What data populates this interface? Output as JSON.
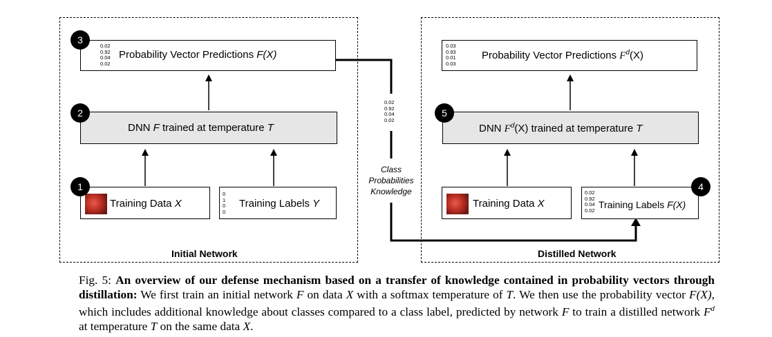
{
  "left_panel": {
    "title": "Initial Network",
    "prob_box": {
      "num": "3",
      "values": "0.02\n0.92\n0.04\n0.02",
      "label": "Probability Vector Predictions ",
      "label_italic": "F(X)"
    },
    "dnn_box": {
      "num": "2",
      "pre": "DNN ",
      "F": "F",
      "mid": " trained at temperature ",
      "T": "T"
    },
    "data_box": {
      "num": "1",
      "label": "Training Data ",
      "var": "X"
    },
    "labels_box": {
      "values": "0\n1\n0\n0",
      "label": "Training Labels ",
      "var": "Y"
    }
  },
  "middle": {
    "values": "0.02\n0.92\n0.04\n0.02",
    "text": "Class\nProbabilities\nKnowledge"
  },
  "right_panel": {
    "title": "Distilled Network",
    "prob_box": {
      "values": "0.03\n0.93\n0.01\n0.03",
      "label": "Probability Vector Predictions ",
      "math": "F",
      "sup": "d",
      "arg": "(X)"
    },
    "dnn_box": {
      "num": "5",
      "pre": "DNN ",
      "math": "F",
      "sup": "d",
      "arg": "(X)",
      "mid": " trained at temperature ",
      "T": "T"
    },
    "data_box": {
      "label": "Training Data ",
      "var": "X"
    },
    "labels_box": {
      "num": "4",
      "values": "0.02\n0.92\n0.04\n0.02",
      "label": "Training Labels ",
      "var": "F(X)"
    }
  },
  "caption": {
    "prefix": "Fig. 5: ",
    "bold": "An overview of our defense mechanism based on a transfer of knowledge contained in probability vectors through distillation:",
    "s1": " We first train an initial network ",
    "F1": "F",
    "s2": " on data ",
    "X1": "X",
    "s3": " with a softmax temperature of ",
    "T1": "T",
    "s4": ". We then use the probability vector ",
    "FX": "F(X)",
    "s5": ", which includes additional knowledge about classes compared to a class label, predicted by network ",
    "F2": "F",
    "s6": " to train a distilled network ",
    "Fd": "F",
    "Fd_sup": "d",
    "s7": " at temperature ",
    "T2": "T",
    "s8": " on the same data ",
    "X2": "X",
    "s9": "."
  }
}
